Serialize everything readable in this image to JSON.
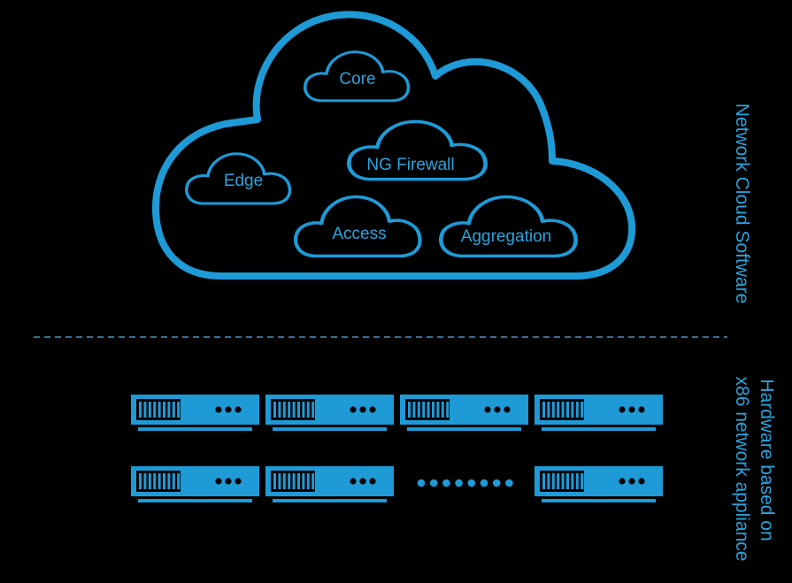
{
  "colors": {
    "background": "#000000",
    "accent": "#1e9bd7",
    "accent_text": "#2aa3dd",
    "divider": "#3b6d91"
  },
  "network_cloud": {
    "functions": [
      {
        "id": "core",
        "label": "Core"
      },
      {
        "id": "edge",
        "label": "Edge"
      },
      {
        "id": "ng-firewall",
        "label": "NG Firewall"
      },
      {
        "id": "access",
        "label": "Access"
      },
      {
        "id": "aggregation",
        "label": "Aggregation"
      }
    ]
  },
  "side_labels": {
    "software": "Network Cloud Software",
    "hardware_line1": "Hardware based on",
    "hardware_line2": "x86 network appliance"
  },
  "hardware": {
    "top_row_appliances": 4,
    "bottom_row_appliances": 3,
    "ellipsis_dots": 8,
    "icon": "server-rack-icon"
  }
}
